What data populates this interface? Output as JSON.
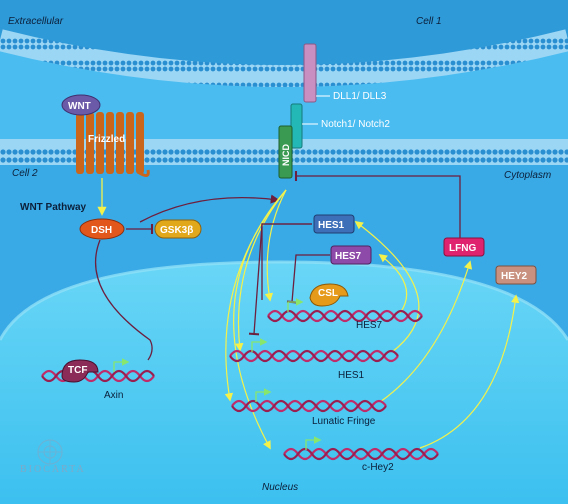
{
  "regions": {
    "extracellular": "Extracellular",
    "cell1": "Cell 1",
    "cell2": "Cell 2",
    "cytoplasm": "Cytoplasm",
    "nucleus": "Nucleus"
  },
  "pathway": {
    "wnt_pathway": "WNT Pathway"
  },
  "membrane": {
    "dll": "DLL1/ DLL3",
    "notch": "Notch1/ Notch2",
    "nicd": "NICD",
    "wnt": "WNT",
    "frizzled": "Frizzled"
  },
  "proteins": {
    "dsh": "DSH",
    "gsk3b": "GSK3β",
    "hes1": "HES1",
    "hes7": "HES7",
    "lfng": "LFNG",
    "hey2": "HEY2",
    "csl": "CSL",
    "tcf": "TCF"
  },
  "genes": {
    "hes7": "HES7",
    "hes1": "HES1",
    "lunatic": "Lunatic Fringe",
    "chey2": "c-Hey2",
    "axin": "Axin"
  },
  "watermark": "BIOCARTA",
  "colors": {
    "cytoplasm": "#3fb0ec",
    "nucleus": "#52cbf3",
    "membrane_head": "#2a8fd0",
    "membrane_tail": "#9bd6f5",
    "cell1": "#2f9ad8",
    "dna": "#c02c6a",
    "activation": "#f4f24a",
    "inhibition": "#6d1f3e",
    "promoter": "#88e66d",
    "wnt": "#6b5aa8",
    "frizzled": "#c9661c",
    "dsh": "#e2571c",
    "gsk3b": "#e2a81c",
    "hes1": "#3d6fb8",
    "hes7": "#8e4aa8",
    "lfng": "#e0236e",
    "hey2": "#c99280",
    "csl": "#e69a1a",
    "tcf": "#8a2b58",
    "dll": "#c88fc0",
    "notch": "#23b8b6",
    "nicd": "#3a9a52"
  }
}
